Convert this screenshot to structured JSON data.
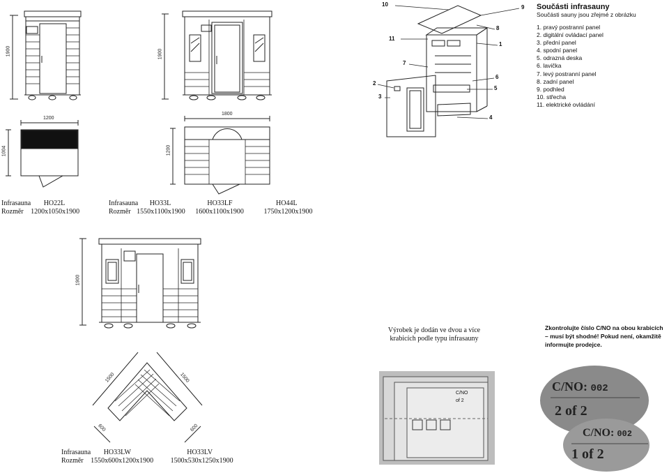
{
  "models_top": {
    "ho22l": {
      "label_line1": "Infrasauna",
      "code": "HO22L",
      "size_label": "Rozměr",
      "size": "1200x1050x1900",
      "dim_height": "1900",
      "dim_width": "1200",
      "dim_depth": "1004"
    },
    "ho33": {
      "label_line1": "Infrasauna",
      "code_l": "HO33L",
      "code_lf": "HO33LF",
      "code_44": "HO44L",
      "size_label": "Rozměr",
      "size_l": "1550x1100x1900",
      "size_lf": "1600x1100x1900",
      "size_44": "1750x1200x1900",
      "dim_height": "1900",
      "dim_width": "1800",
      "dim_depth": "1200"
    }
  },
  "models_bottom": {
    "label_line1": "Infrasauna",
    "code_lw": "HO33LW",
    "code_lv": "HO33LV",
    "size_label": "Rozměr",
    "size_lw": "1550x600x1200x1900",
    "size_lv": "1500x530x1250x1900",
    "dim_height": "1900",
    "dim_side_a": "1500",
    "dim_side_b": "1500",
    "dim_depth_a": "600",
    "dim_depth_b": "600"
  },
  "parts": {
    "title": "Součásti infrasauny",
    "subtitle": "Součásti sauny jsou zřejmé z obrázku",
    "items": [
      "1. pravý postranní panel",
      "2. digitální ovládací panel",
      "3. přední panel",
      "4. spodní panel",
      "5. odrazná deska",
      "6. lavička",
      "7. levý postranní panel",
      "8. zadní panel",
      "9. podhled",
      "10. střecha",
      "11. elektrické ovládání"
    ],
    "callouts": [
      "10",
      "9",
      "8",
      "11",
      "1",
      "7",
      "2",
      "6",
      "3",
      "5",
      "4"
    ]
  },
  "shipping_note": "Výrobek je dodán ve dvou a více krabicích podle typu infrasauny",
  "check_note": "Zkontrolujte číslo C/NO na obou krabicích – musí být shodné! Pokud není, okamžitě informujte prodejce.",
  "box_label": {
    "cno": "C/NO",
    "of_text": "of 2"
  },
  "labels": {
    "cno_a": "C/NO:",
    "cno_a_num": "002",
    "of_a": "2 of 2",
    "cno_b": "C/NO:",
    "cno_b_num": "002",
    "of_b": "1 of 2"
  }
}
